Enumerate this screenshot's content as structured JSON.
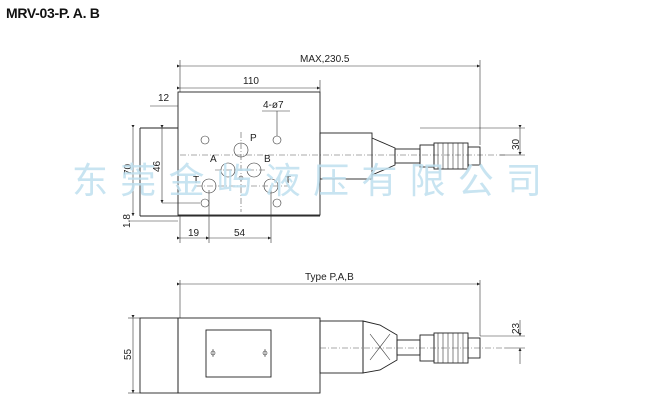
{
  "title": "MRV-03-P. A. B",
  "watermark": "东莞金屿液压有限公司",
  "top_view": {
    "overall_length": "MAX,230.5",
    "body_length": "110",
    "offset_12": "12",
    "hole_spec": "4-ø7",
    "height_70": "70",
    "height_46": "46",
    "dim_30": "30",
    "dim_1_8": "1.8",
    "dim_19": "19",
    "dim_54": "54",
    "port_P": "P",
    "port_A": "A",
    "port_B": "B",
    "port_T_left": "T",
    "port_T_right": "T"
  },
  "side_view": {
    "type_label": "Type P,A,B",
    "height_55": "55",
    "dim_23": "23"
  },
  "colors": {
    "line": "#222222",
    "watermark": "#bfe0ef"
  }
}
